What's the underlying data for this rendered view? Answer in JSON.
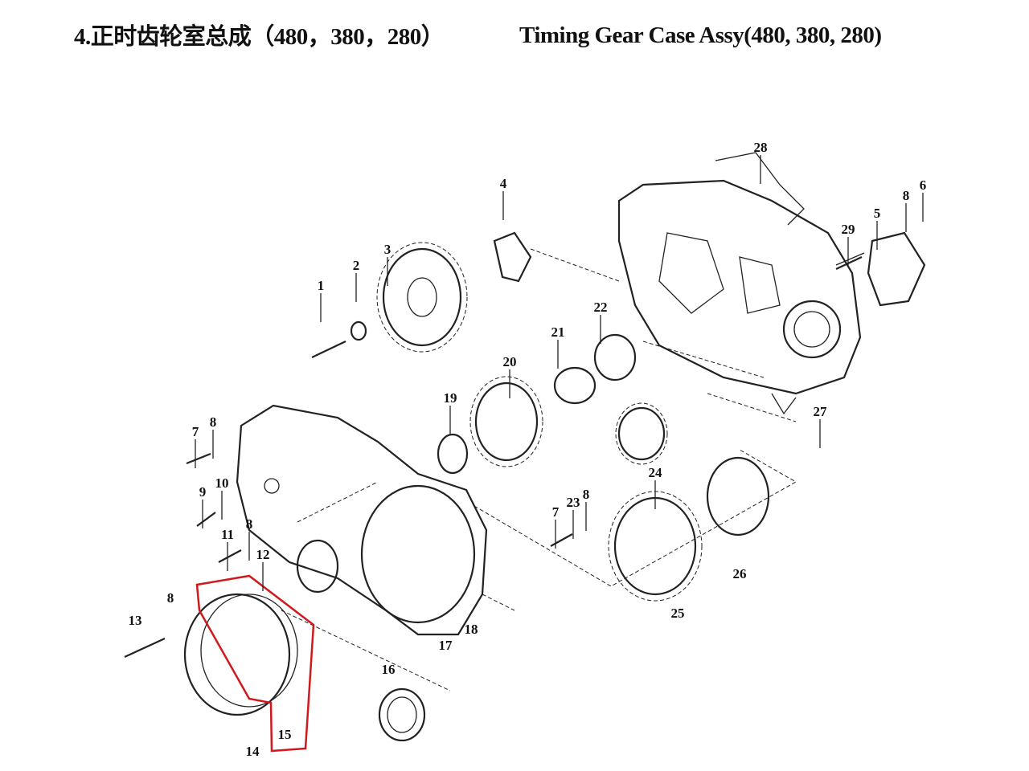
{
  "title": {
    "chinese": "4.正时齿轮室总成（480，380，280）",
    "english": "Timing Gear Case Assy(480, 380, 280)"
  },
  "part_labels": [
    "1",
    "2",
    "3",
    "4",
    "22",
    "21",
    "20",
    "19",
    "28",
    "8",
    "6",
    "5",
    "29",
    "27",
    "24",
    "26",
    "25",
    "7",
    "8",
    "9",
    "10",
    "11",
    "8",
    "12",
    "7",
    "23",
    "8",
    "13",
    "8",
    "14",
    "15",
    "16",
    "17",
    "18"
  ],
  "highlight_color": "#d0191c"
}
